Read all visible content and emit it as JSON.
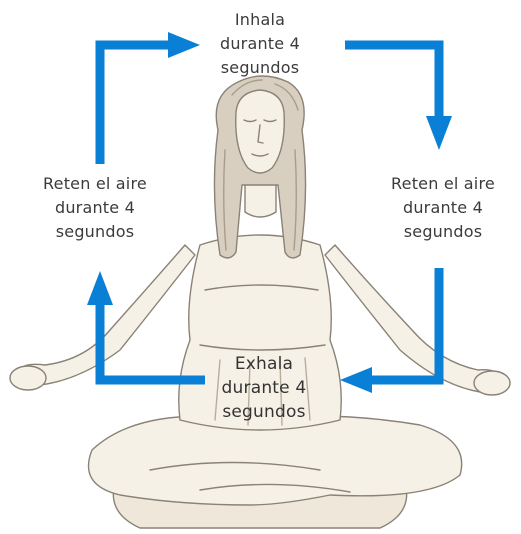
{
  "colors": {
    "arrow": "#0a7fd6",
    "text": "#3b3b3b",
    "skin": "#f6f1e6",
    "outline": "#8a8276",
    "hair": "#b5ab9c"
  },
  "steps": {
    "inhale": {
      "line1": "Inhala",
      "line2": "durante 4",
      "line3": "segundos"
    },
    "hold_right": {
      "line1": "Reten el aire",
      "line2": "durante 4",
      "line3": "segundos"
    },
    "exhale": {
      "line1": "Exhala",
      "line2": "durante 4",
      "line3": "segundos"
    },
    "hold_left": {
      "line1": "Reten el aire",
      "line2": "durante 4",
      "line3": "segundos"
    }
  },
  "illustration": "woman-meditating-lotus-pose"
}
